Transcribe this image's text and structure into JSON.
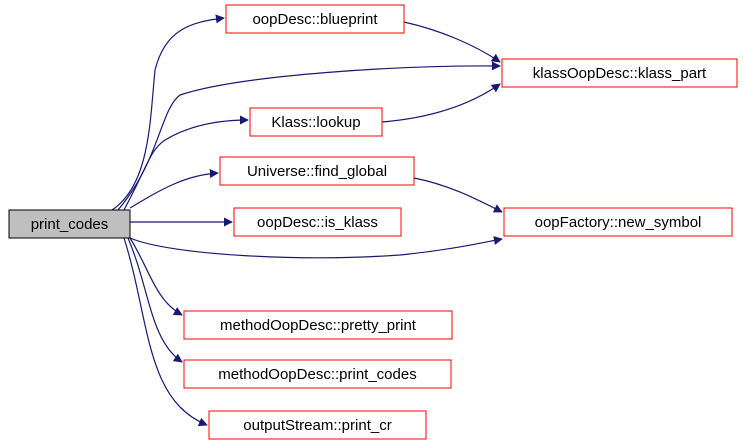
{
  "colors": {
    "edge": "#191970",
    "node_border": "#ff0000",
    "root_border": "#000000",
    "root_fill": "#bfbfbf",
    "node_fill": "#ffffff"
  },
  "nodes": {
    "print_codes": "print_codes",
    "blueprint": "oopDesc::blueprint",
    "klass_part": "klassOopDesc::klass_part",
    "lookup": "Klass::lookup",
    "find_global": "Universe::find_global",
    "is_klass": "oopDesc::is_klass",
    "new_symbol": "oopFactory::new_symbol",
    "pretty_print": "methodOopDesc::pretty_print",
    "m_print_codes": "methodOopDesc::print_codes",
    "print_cr": "outputStream::print_cr"
  },
  "edges": [
    [
      "print_codes",
      "blueprint"
    ],
    [
      "print_codes",
      "klass_part"
    ],
    [
      "print_codes",
      "lookup"
    ],
    [
      "print_codes",
      "find_global"
    ],
    [
      "print_codes",
      "is_klass"
    ],
    [
      "print_codes",
      "new_symbol"
    ],
    [
      "print_codes",
      "pretty_print"
    ],
    [
      "print_codes",
      "m_print_codes"
    ],
    [
      "print_codes",
      "print_cr"
    ],
    [
      "blueprint",
      "klass_part"
    ],
    [
      "lookup",
      "klass_part"
    ],
    [
      "find_global",
      "new_symbol"
    ]
  ]
}
